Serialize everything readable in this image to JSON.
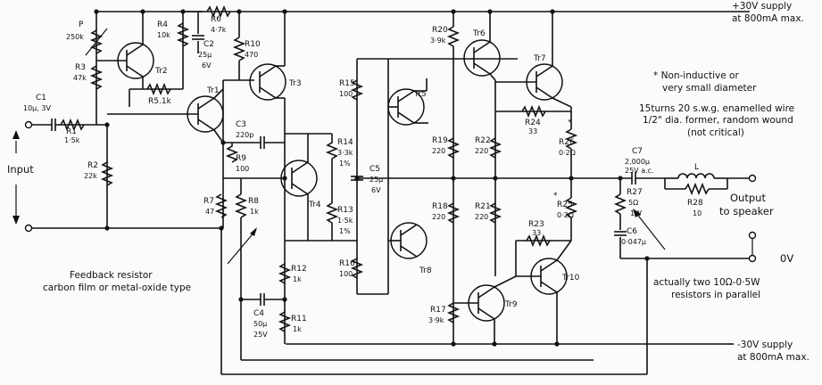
{
  "rails": {
    "pos_line1": "+30V supply",
    "pos_line2": "at 800mA max.",
    "neg_line1": "-30V supply",
    "neg_line2": "at 800mA max.",
    "zero": "0V"
  },
  "io": {
    "input": "Input",
    "output_line1": "Output",
    "output_line2": "to speaker"
  },
  "notes": {
    "star": "* Non-inductive or",
    "star2": "very small diameter",
    "coil1": "15turns 20 s.w.g. enamelled wire",
    "coil2": "1/2\" dia. former, random wound",
    "coil3": "(not critical)",
    "feedback1": "Feedback resistor",
    "feedback2": "carbon film or metal-oxide type",
    "parallel1": "actually two 10Ω-0·5W",
    "parallel2": "resistors in parallel"
  },
  "components": {
    "P": "P",
    "P_v": "250k",
    "C1": "C1",
    "C1_v": "10μ, 3V",
    "R1": "R1",
    "R1_v": "1·5k",
    "R2": "R2",
    "R2_v": "22k",
    "R3": "R3",
    "R3_v": "47k",
    "R4": "R4",
    "R4_v": "10k",
    "R5": "R5.1k",
    "R6": "R6",
    "R6_v": "4·7k",
    "C2": "C2",
    "C2_v": "25μ",
    "C2_v2": "6V",
    "R10": "R10",
    "R10_v": "470",
    "C3": "C3",
    "C3_v": "220p",
    "R9": "R9",
    "R9_v": "100",
    "R7": "R7",
    "R7_v": "47",
    "R8": "R8",
    "R8_v": "1k",
    "R14": "R14",
    "R14_v": "3·3k",
    "R14_t": "1%",
    "R13": "R13",
    "R13_v": "1·5k",
    "R13_t": "1%",
    "R12": "R12",
    "R12_v": "1k",
    "R11": "R11",
    "R11_v": "1k",
    "C4": "C4",
    "C4_v": "50μ",
    "C4_v2": "25V",
    "R15": "R15",
    "R15_v": "100",
    "R16": "R16",
    "R16_v": "100",
    "C5": "C5",
    "C5_v": "25μ",
    "C5_v2": "6V",
    "R19": "R19",
    "R19_v": "220",
    "R18": "R18",
    "R18_v": "220",
    "R20": "R20",
    "R20_v": "3·9k",
    "R17": "R17",
    "R17_v": "3·9k",
    "R22": "R22",
    "R22_v": "220",
    "R21": "R21",
    "R21_v": "220",
    "R24": "R24",
    "R24_v": "33",
    "R23": "R23",
    "R23_v": "33",
    "R26": "R26",
    "R26_v": "0·2Ω",
    "R25": "R25",
    "R25_v": "0·2Ω",
    "C7": "C7",
    "C7_v": "2,000μ",
    "C7_v2": "25V a.c.",
    "L": "L",
    "R28": "R28",
    "R28_v": "10",
    "R27": "R27",
    "R27_v": "5Ω",
    "R27_v2": "1W",
    "C6": "C6",
    "C6_v": "0·047μ",
    "Tr1": "Tr1",
    "Tr2": "Tr2",
    "Tr3": "Tr3",
    "Tr4": "Tr4",
    "Tr5": "Tr5",
    "Tr6": "Tr6",
    "Tr7": "Tr7",
    "Tr8": "Tr8",
    "Tr9": "Tr9",
    "Tr10": "Tr10",
    "star_a": "*",
    "star_b": "*"
  }
}
